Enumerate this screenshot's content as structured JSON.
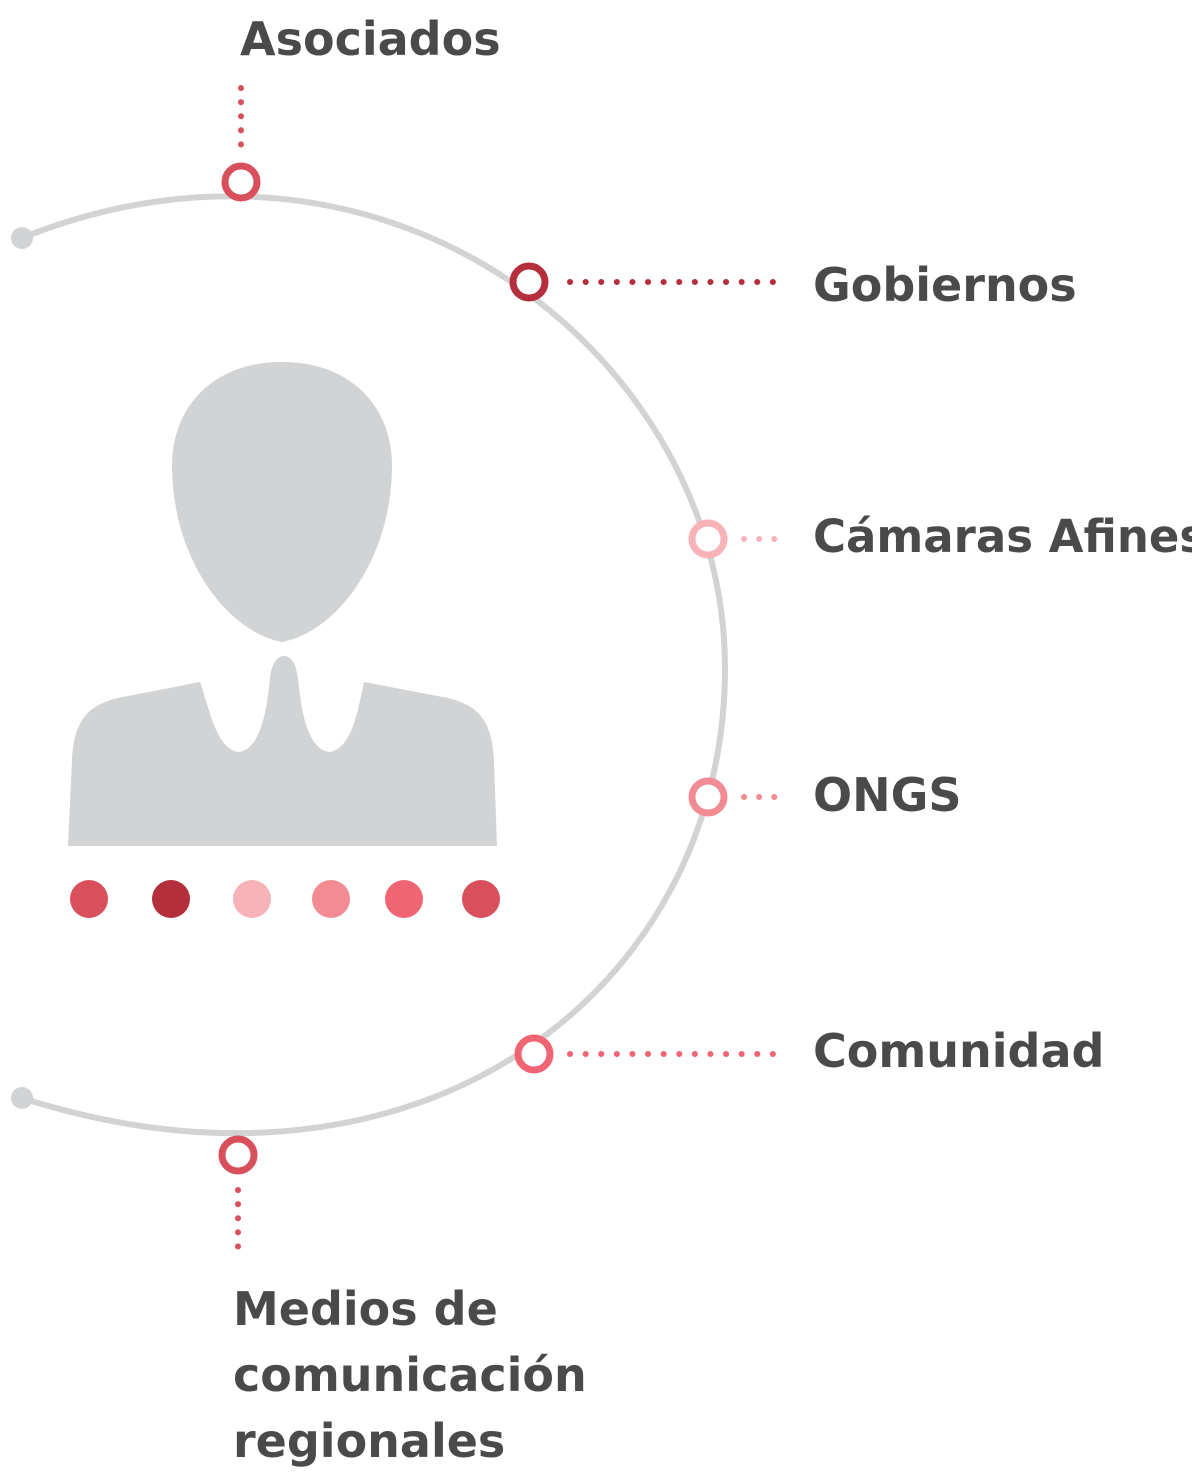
{
  "stakeholders": {
    "asociados": "Asociados",
    "gobiernos": "Gobiernos",
    "camaras": "Cámaras Afines",
    "ongs": "ONGS",
    "comunidad": "Comunidad",
    "medios": [
      "Medios de",
      "comunicación",
      "regionales"
    ]
  },
  "colors": {
    "text": "#4a4a4a",
    "arc": "#d1d3d4",
    "asociados": "#d9505d",
    "gobiernos": "#b42e3c",
    "camaras": "#f7b3b8",
    "ongs": "#f28b93",
    "comunidad": "#f06573",
    "medios": "#d9505d"
  },
  "icons": {
    "person": "person-silhouette-icon"
  }
}
